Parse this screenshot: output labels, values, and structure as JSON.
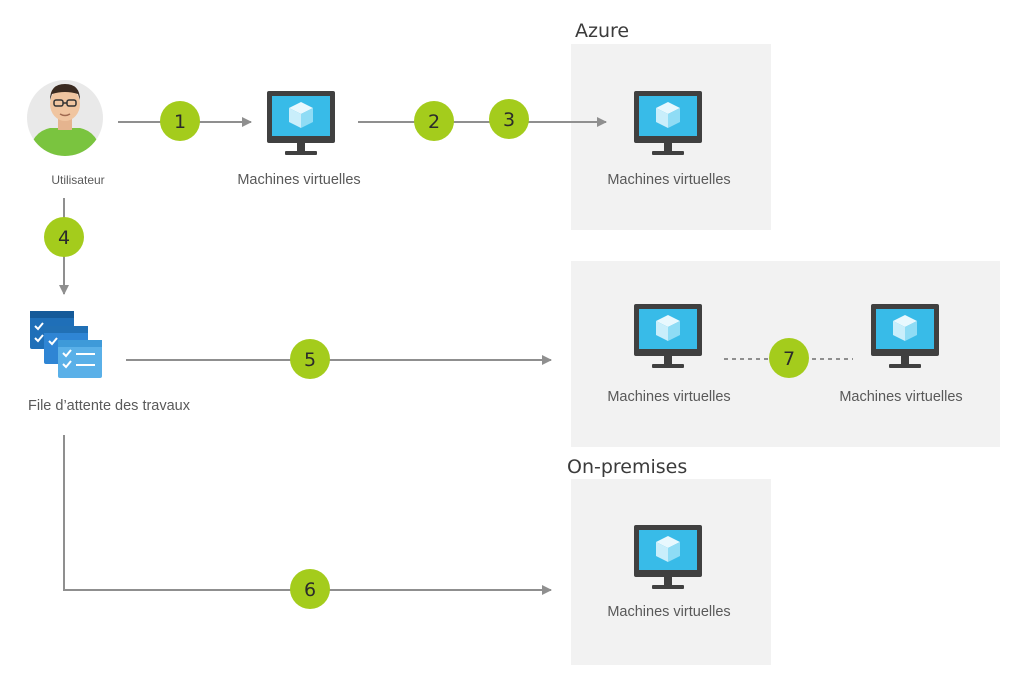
{
  "regions": {
    "azure_title": "Azure",
    "onprem_title": "On-premises"
  },
  "labels": {
    "user": "Utilisateur",
    "vm_local": "Machines virtuelles",
    "vm_azure": "Machines virtuelles",
    "vm_cluster_a": "Machines virtuelles",
    "vm_cluster_b": "Machines virtuelles",
    "vm_onprem": "Machines virtuelles",
    "job_queue": "File d’attente des travaux"
  },
  "steps": [
    "1",
    "2",
    "3",
    "4",
    "5",
    "6",
    "7"
  ],
  "colors": {
    "badge": "#a4cc1c",
    "connector": "#8f8f8f",
    "region_bg": "#f2f2f2",
    "monitor_frame": "#404040",
    "screen": "#38bbe8",
    "cube_light": "#c9eefb",
    "cube_dark": "#8fdcf5",
    "user_shirt": "#7ac43f",
    "queue_blue": "#2f85d4"
  },
  "icons": [
    "user-icon",
    "monitor-icon",
    "job-queue-icon"
  ]
}
